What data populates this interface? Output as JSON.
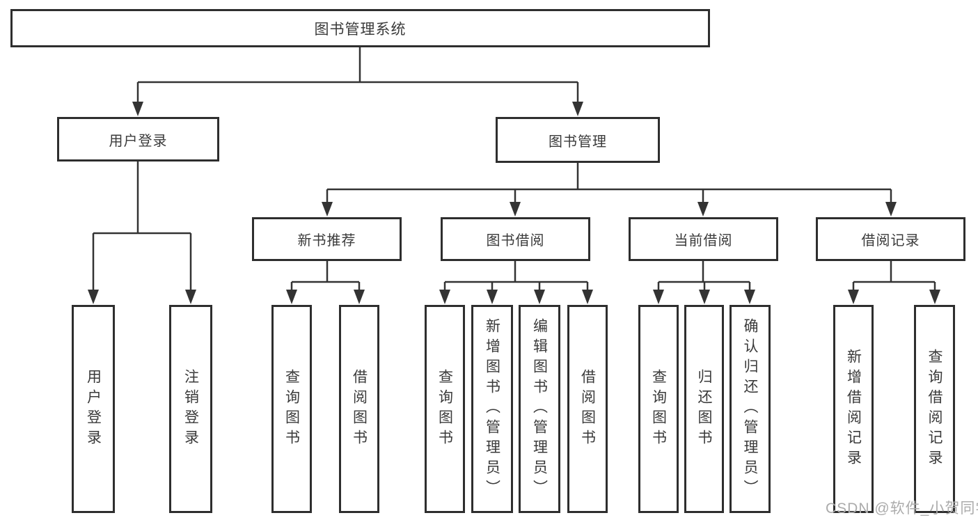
{
  "tree": {
    "root": {
      "label": "图书管理系统"
    },
    "branches": [
      {
        "label": "用户登录",
        "leaves": [
          {
            "label": "用户登录"
          },
          {
            "label": "注销登录"
          }
        ]
      },
      {
        "label": "图书管理",
        "groups": [
          {
            "label": "新书推荐",
            "leaves": [
              {
                "label": "查询图书"
              },
              {
                "label": "借阅图书"
              }
            ]
          },
          {
            "label": "图书借阅",
            "leaves": [
              {
                "label": "查询图书"
              },
              {
                "label": "新增图书（管理员）"
              },
              {
                "label": "编辑图书（管理员）"
              },
              {
                "label": "借阅图书"
              }
            ]
          },
          {
            "label": "当前借阅",
            "leaves": [
              {
                "label": "查询图书"
              },
              {
                "label": "归还图书"
              },
              {
                "label": "确认归还（管理员）"
              }
            ]
          },
          {
            "label": "借阅记录",
            "leaves": [
              {
                "label": "新增借阅记录"
              },
              {
                "label": "查询借阅记录"
              }
            ]
          }
        ]
      }
    ]
  },
  "watermark": {
    "text": "CSDN @软件_小贺同学"
  },
  "colors": {
    "line": "#333333",
    "box_border": "#2e2e2e",
    "text": "#3a3a3a",
    "watermark": "#ababab",
    "background": "#ffffff"
  }
}
